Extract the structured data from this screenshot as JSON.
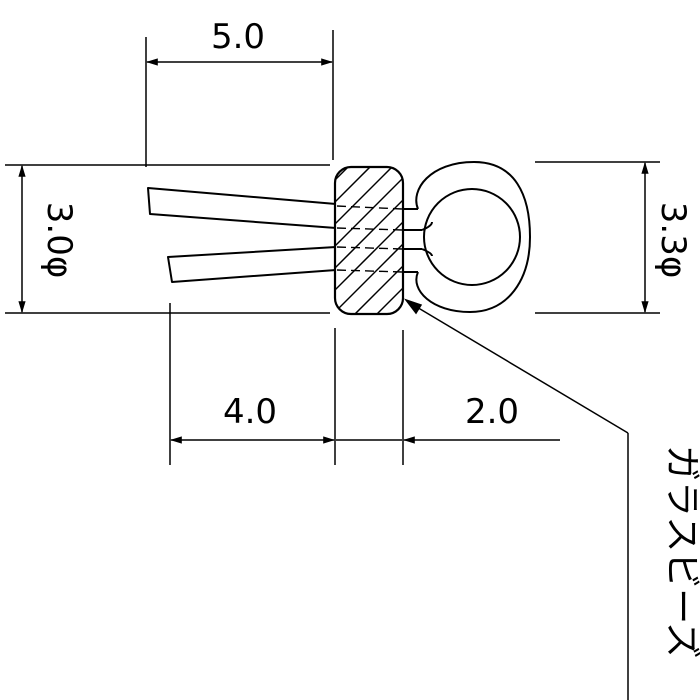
{
  "diagram": {
    "labels": {
      "width_top": "5.0",
      "diameter_left": "3.0φ",
      "diameter_right": "3.3φ",
      "length_bottom_left": "4.0",
      "length_bottom_right": "2.0",
      "callout": "ガラスビーズ"
    },
    "colors": {
      "line": "#000000",
      "background": "#ffffff"
    }
  }
}
